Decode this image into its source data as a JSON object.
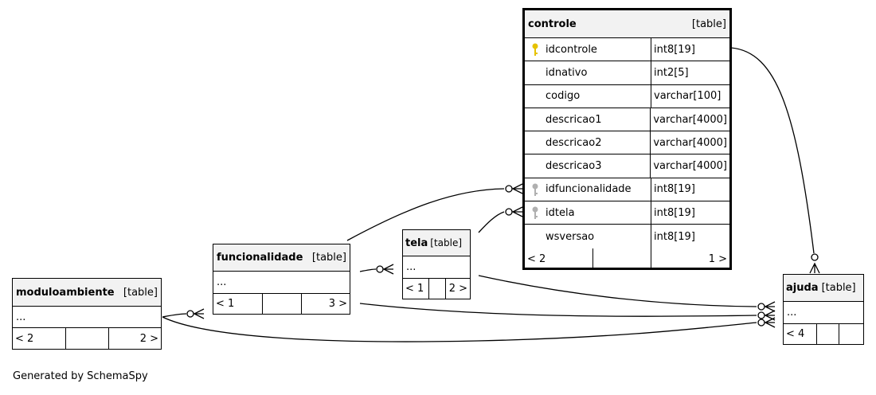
{
  "tables": {
    "controle": {
      "name": "controle",
      "kind": "[table]",
      "columns": [
        {
          "name": "idcontrole",
          "type": "int8[19]",
          "key": "primary"
        },
        {
          "name": "idnativo",
          "type": "int2[5]",
          "key": "none"
        },
        {
          "name": "codigo",
          "type": "varchar[100]",
          "key": "none"
        },
        {
          "name": "descricao1",
          "type": "varchar[4000]",
          "key": "none"
        },
        {
          "name": "descricao2",
          "type": "varchar[4000]",
          "key": "none"
        },
        {
          "name": "descricao3",
          "type": "varchar[4000]",
          "key": "none"
        },
        {
          "name": "idfuncionalidade",
          "type": "int8[19]",
          "key": "foreign"
        },
        {
          "name": "idtela",
          "type": "int8[19]",
          "key": "foreign"
        },
        {
          "name": "wsversao",
          "type": "int8[19]",
          "key": "none"
        }
      ],
      "nav_left": "< 2",
      "nav_right": "1 >"
    },
    "funcionalidade": {
      "name": "funcionalidade",
      "kind": "[table]",
      "ellipsis": "...",
      "nav_left": "< 1",
      "nav_right": "3 >"
    },
    "tela": {
      "name": "tela",
      "kind": "[table]",
      "ellipsis": "...",
      "nav_left": "< 1",
      "nav_right": "2 >"
    },
    "moduloambiente": {
      "name": "moduloambiente",
      "kind": "[table]",
      "ellipsis": "...",
      "nav_left": "< 2",
      "nav_right": "2 >"
    },
    "ajuda": {
      "name": "ajuda",
      "kind": "[table]",
      "ellipsis": "...",
      "nav_left": "< 4"
    }
  },
  "relationships": [
    {
      "from": "controle.idfuncionalidade",
      "to": "funcionalidade"
    },
    {
      "from": "controle.idtela",
      "to": "tela"
    },
    {
      "from": "ajuda",
      "to": "controle.idcontrole"
    },
    {
      "from": "tela",
      "to": "funcionalidade"
    },
    {
      "from": "funcionalidade",
      "to": "moduloambiente"
    },
    {
      "from": "ajuda",
      "to": "tela"
    },
    {
      "from": "ajuda",
      "to": "funcionalidade"
    },
    {
      "from": "ajuda",
      "to": "moduloambiente"
    }
  ],
  "colors": {
    "line": "#000000",
    "header_bg": "#f2f2f2",
    "pk_key": "#e6c200",
    "fk_key": "#b0b0b0"
  },
  "footer": "Generated by SchemaSpy"
}
